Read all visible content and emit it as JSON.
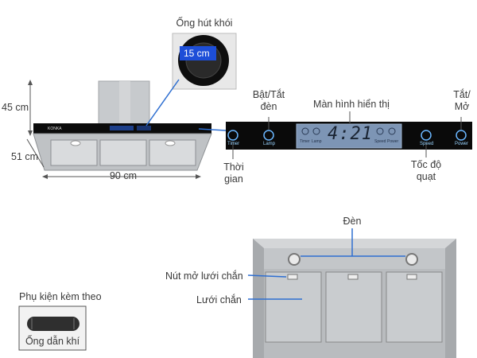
{
  "top": {
    "duct_label": "Ống hút khói",
    "duct_size": "15 cm",
    "height": "45 cm",
    "depth": "51 cm",
    "width": "90 cm",
    "brand": "KONKA",
    "onoff_line1": "Bật/Tắt",
    "onoff_line2": "đèn",
    "display_label": "Màn hình hiển thị",
    "power_line1": "Tắt/",
    "power_line2": "Mở",
    "timer_line1": "Thời",
    "timer_line2": "gian",
    "speed_line1": "Tốc độ",
    "speed_line2": "quạt"
  },
  "panel": {
    "timer": "Timer",
    "lamp": "Lamp",
    "speed": "Speed",
    "power": "Power",
    "clock": "4:21",
    "mini_timer": "Timer",
    "mini_lamp": "Lamp",
    "mini_speed": "Speed",
    "mini_power": "Power"
  },
  "bottom": {
    "lamp_label": "Đèn",
    "latch_label": "Nút mở lưới chắn",
    "filter_label": "Lưới chắn",
    "accessory_title": "Phụ kiện kèm theo",
    "accessory_name": "Ống dẫn khí"
  },
  "colors": {
    "panel_bg": "#0a0a0a",
    "display_bg": "#7d95b5",
    "pointer": "#2e6fd1",
    "steel": "#b9bcbf"
  }
}
